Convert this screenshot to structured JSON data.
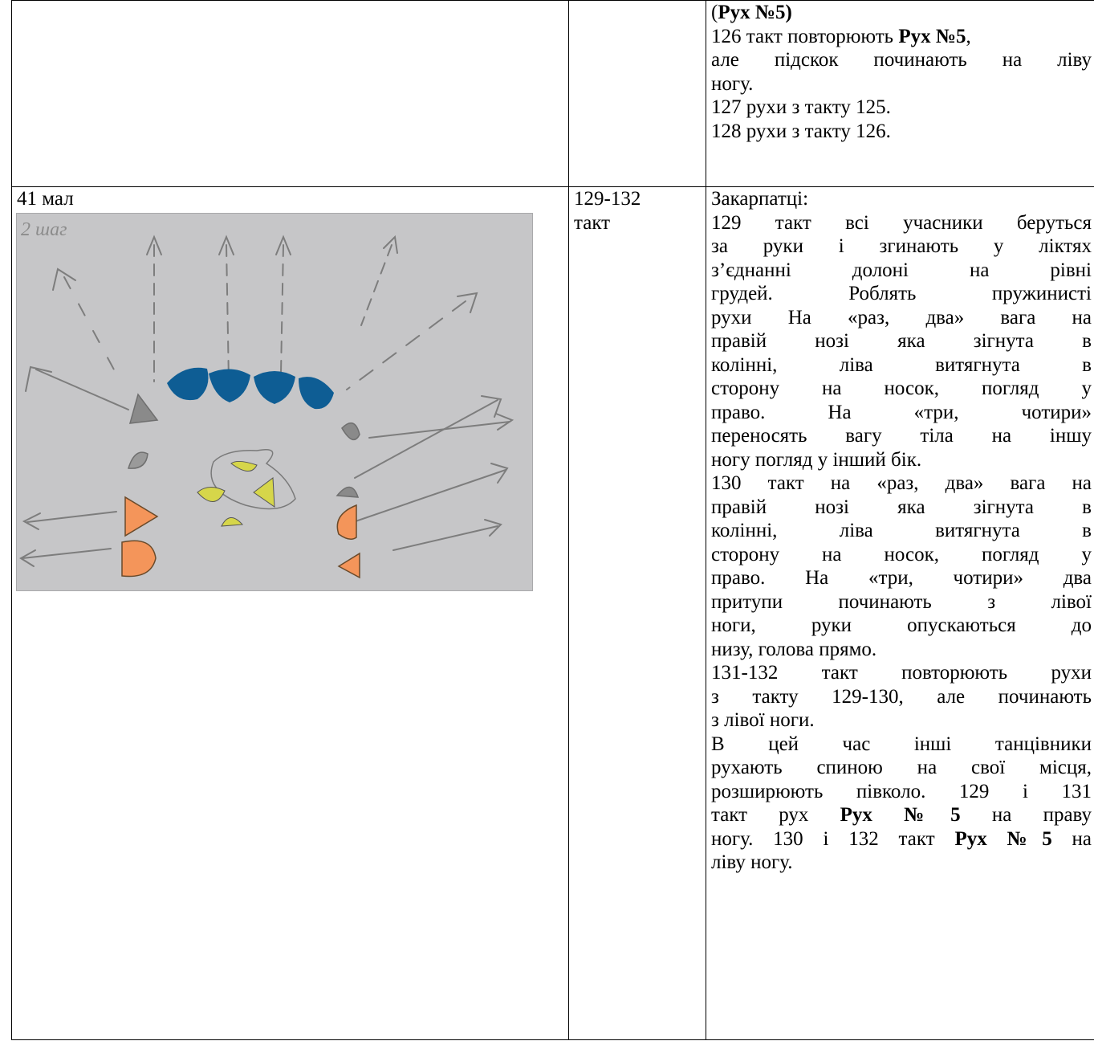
{
  "row1": {
    "col3": {
      "l0": {
        "a": "(",
        "b": "Рух №5",
        "c": ")"
      },
      "l1": {
        "a": "126 такт повторюють ",
        "b": "Рух №5",
        "c": ","
      },
      "l2": "але підскок починають на ліву",
      "l3": "ногу.",
      "l4": "127 рухи з такту 125.",
      "l5": "128 рухи з такту 126."
    }
  },
  "row2": {
    "figure_label": "41 мал",
    "sketch_caption": "2 шаг",
    "bars": "129-132",
    "bars_unit": "такт",
    "heading": "Закарпатці:",
    "p1": [
      "129 такт всі учасники беруться",
      "за руки і згинають у ліктях",
      "з’єднанні долоні на рівні",
      "грудей. Роблять пружинисті",
      "рухи На «раз, два» вага на",
      "правій нозі яка зігнута в",
      "колінні, ліва витягнута в",
      "сторону на носок, погляд у",
      "право. На «три, чотири»",
      "переносять вагу тіла на іншу"
    ],
    "p1_last": "ногу погляд у інший бік.",
    "p2": [
      "130 такт на «раз, два» вага на",
      "правій нозі яка зігнута в",
      "колінні, ліва витягнута в",
      "сторону на носок, погляд у",
      "право. На «три, чотири» два",
      "притупи починають з лівої",
      "ноги, руки опускаються до"
    ],
    "p2_last": "низу, голова прямо.",
    "p3": [
      "131-132 такт повторюють рухи",
      "з такту 129-130, але починають"
    ],
    "p3_last": "з лівої ноги.",
    "p4": [
      "В цей час інші танцівники",
      "рухають спиною на свої місця,",
      "розширюють півколо. 129 і 131"
    ],
    "p4_l3": {
      "a": "такт рух ",
      "b": "Рух №5",
      "c": " на праву"
    },
    "p4_l4": {
      "a": "ногу. 130 і 132 такт ",
      "b": "Рух №5",
      "c": " на"
    },
    "p4_last": "ліву ногу.",
    "colors": {
      "blue": "#0e5d94",
      "orange": "#f4955a",
      "yellow": "#d6d64a",
      "gray": "#8a8a8a",
      "paper": "#c6c6c8"
    }
  }
}
